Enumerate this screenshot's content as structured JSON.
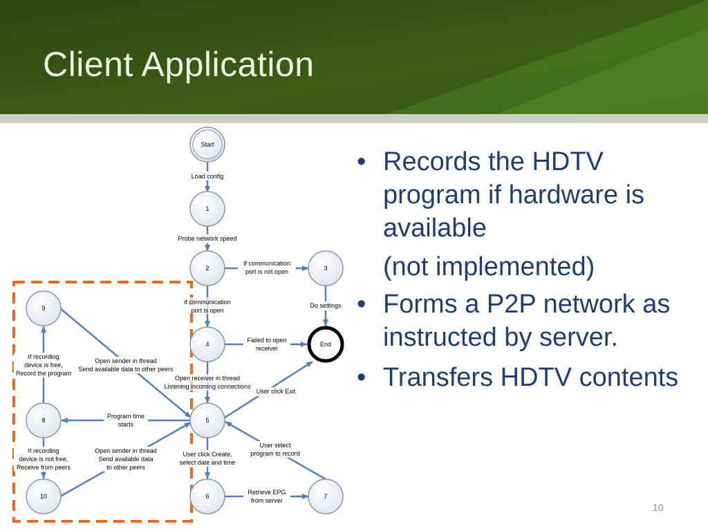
{
  "slide": {
    "title": "Client Application",
    "page_number": "10",
    "colors": {
      "header_dark": "#2c4a12",
      "header_light": "#4a7a1e",
      "band_gray": "#c8cfc0",
      "title_text": "#ecf2e4",
      "bullet_text": "#1f3f73",
      "arrow": "#4f7fc4",
      "node_stroke": "#7f8fa8",
      "dashed_box": "#ef6a1a"
    }
  },
  "bullets": [
    {
      "text": "Records  the HDTV program if hardware is available",
      "marker": "•"
    },
    {
      "text": "(not implemented)",
      "marker": ""
    },
    {
      "text": "Forms a P2P network as instructed by server.",
      "marker": "•"
    },
    {
      "text": "Transfers HDTV contents",
      "marker": "•"
    }
  ],
  "diagram": {
    "nodes": {
      "start": "Start",
      "n1": "1",
      "n2": "2",
      "n3": "3",
      "n4": "4",
      "end": "End",
      "n5": "5",
      "n6": "6",
      "n7": "7",
      "n8": "8",
      "n9": "9",
      "n10": "10"
    },
    "edge_labels": {
      "start_1": "Load config",
      "1_2": "Probe network speed",
      "2_3_line1": "If communication",
      "2_3_line2": "port is not open",
      "2_4_line1": "if communication",
      "2_4_line2": "port is open",
      "3_end": "Do settings",
      "4_end_line1": "Failed to open",
      "4_end_line2": "receiver",
      "4_5_line1": "Open receiver in thread",
      "4_5_line2": "Listening incoming connections",
      "5_end": "User click Exit",
      "9_5_line1": "Open sender in thread",
      "9_5_line2": "Send available data to other peers",
      "8_9_line1": "If recording",
      "8_9_line2": "device is free,",
      "8_9_line3": "Record the program",
      "5_8_line1": "Program time",
      "5_8_line2": "starts",
      "8_10_line1": "If recording",
      "8_10_line2": "device is not free,",
      "8_10_line3": "Receive from peers",
      "10_5_line1": "Open sender in thread",
      "10_5_line2": "Send available data",
      "10_5_line3": "to other peers",
      "5_6_line1": "User click Create,",
      "5_6_line2": "select date and time",
      "7_5_line1": "User select",
      "7_5_line2": "program to record",
      "6_7_line1": "Retrieve EPG",
      "6_7_line2": "from server"
    }
  }
}
